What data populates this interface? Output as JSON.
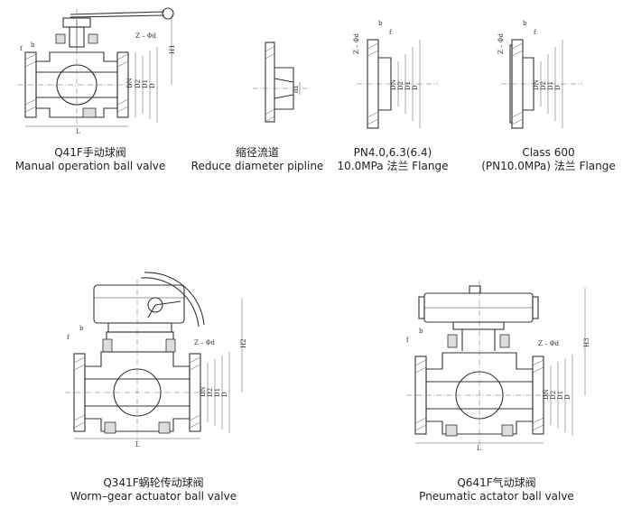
{
  "valves": [
    {
      "id": "manual",
      "model": "Q41F手动球阀",
      "name": "Manual operation ball valve"
    },
    {
      "id": "reduce",
      "model": "缩径流道",
      "name": "Reduce diameter pipline"
    },
    {
      "id": "pn4",
      "model": "PN4.0,6.3(6.4)",
      "name": "10.0MPa 法兰 Flange"
    },
    {
      "id": "class600",
      "model": "Class 600",
      "name": "(PN10.0MPa) 法兰 Flange"
    },
    {
      "id": "worm",
      "model": "Q341F蜗轮传动球阀",
      "name": "Worm–gear actuator ball valve"
    },
    {
      "id": "pneumatic",
      "model": "Q641F气动球阀",
      "name": "Pneumatic actator ball valve"
    }
  ],
  "dims": {
    "L": "L",
    "H1": "H1",
    "H2": "H2",
    "H3": "H3",
    "DN": "DN",
    "D2": "D2",
    "D1": "D1",
    "D": "D",
    "b": "b",
    "f": "f",
    "Zd": "Z – Φd",
    "d1": "d1"
  }
}
